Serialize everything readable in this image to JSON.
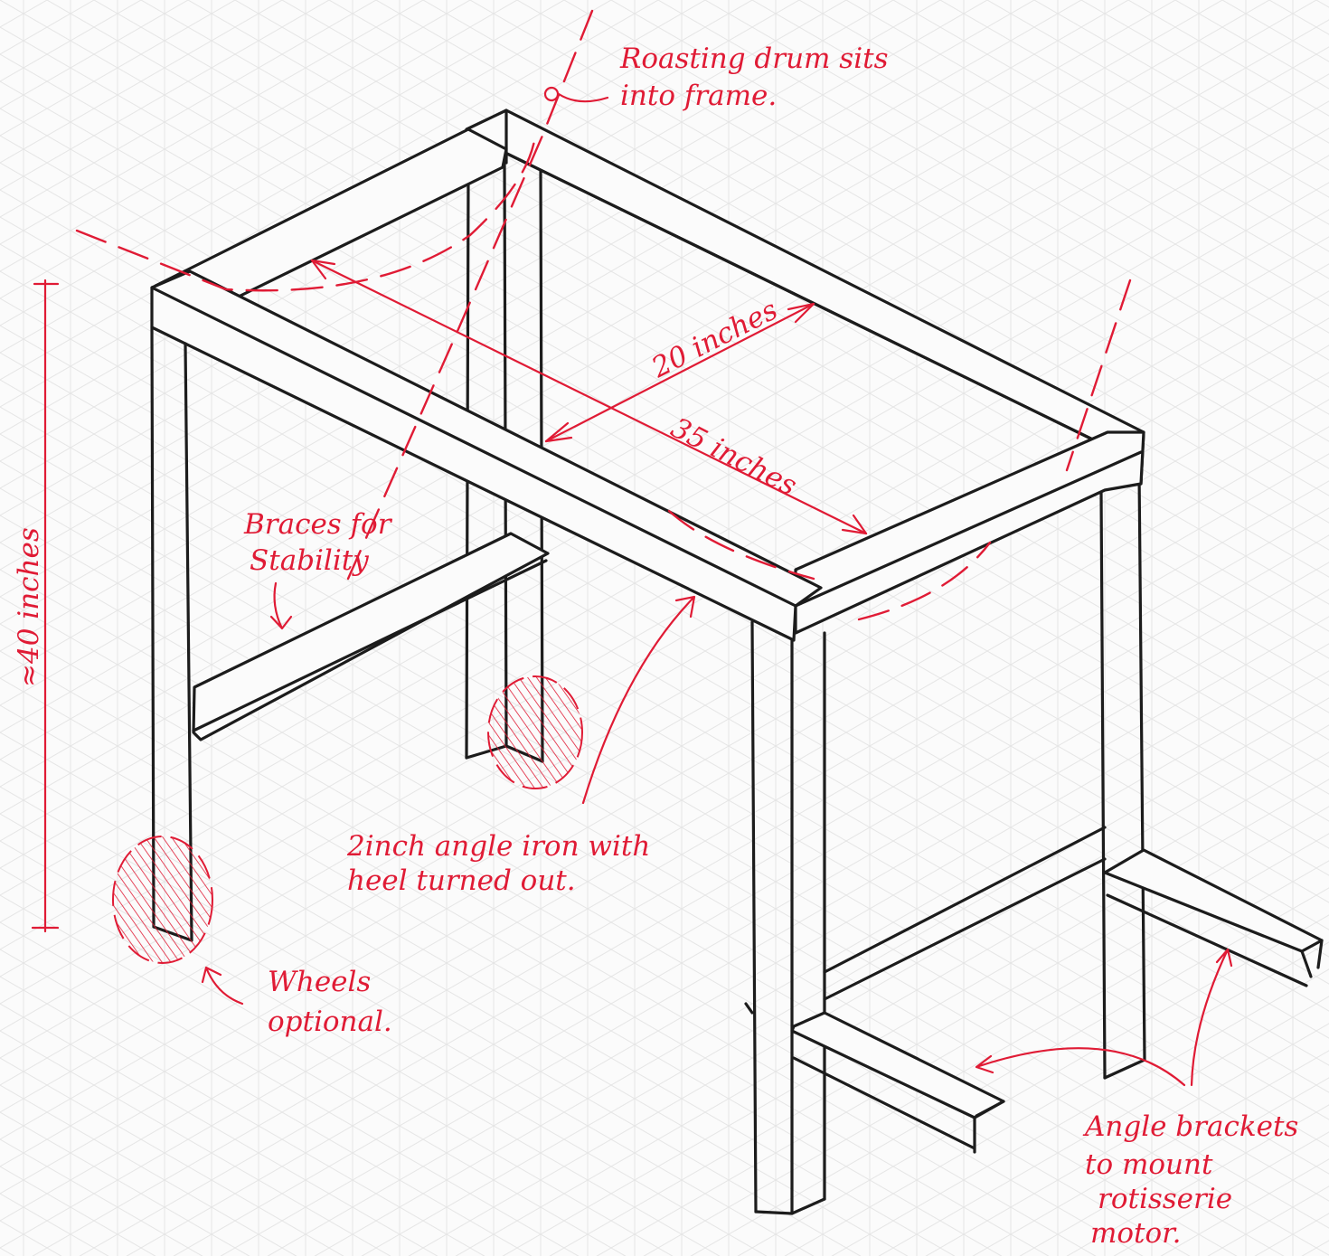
{
  "annotations": {
    "drum_line1": "Roasting drum sits",
    "drum_line2": "into frame.",
    "width_dim": "20 inches",
    "length_dim": "35 inches",
    "height_dim": "≈40 inches",
    "braces_line1": "Braces for",
    "braces_line2": "Stability",
    "angle_iron_line1": "2inch angle iron with",
    "angle_iron_line2": "heel turned out.",
    "wheels_line1": "Wheels",
    "wheels_line2": "optional.",
    "brackets_line1": "Angle brackets",
    "brackets_line2": "to mount",
    "brackets_line3": "rotisserie",
    "brackets_line4": "motor."
  },
  "colors": {
    "ink": "#1c1c1c",
    "annotation_red": "#e01b35",
    "paper": "#fbfbfb",
    "grid": "#e6e6e6"
  }
}
